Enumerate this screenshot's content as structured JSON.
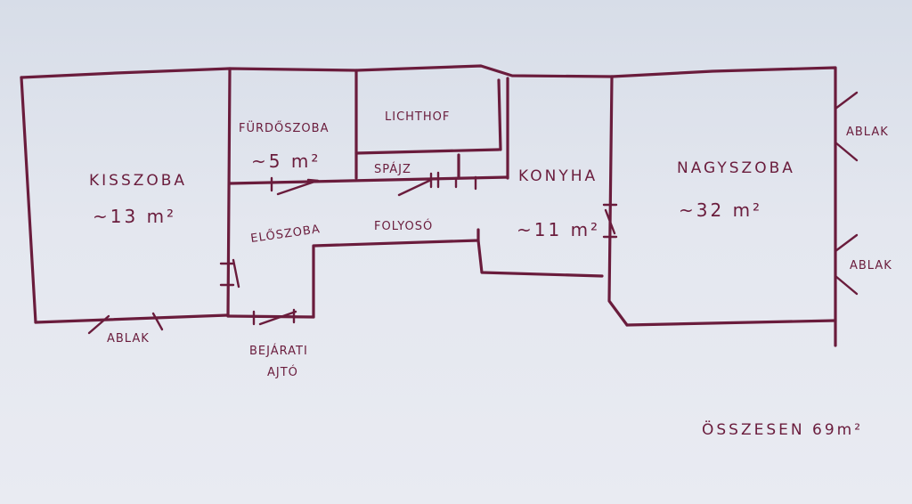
{
  "colors": {
    "ink": "#6a1c3c",
    "paper": "#e4e7ef"
  },
  "rooms": {
    "kisszoba": {
      "name": "KISSZOBA",
      "area": "~13 m²"
    },
    "furdoszoba": {
      "name": "FÜRDŐSZOBA",
      "area": "~5 m²"
    },
    "lichthof": {
      "name": "LICHTHOF"
    },
    "spajz": {
      "name": "SPÁJZ"
    },
    "konyha": {
      "name": "KONYHA",
      "area": "~11 m²"
    },
    "nagyszoba": {
      "name": "NAGYSZOBA",
      "area": "~32 m²"
    },
    "eloszoba": {
      "name": "ELŐSZOBA"
    },
    "folyoso": {
      "name": "FOLYOSÓ"
    }
  },
  "windows": {
    "bottom": "ABLAK",
    "right_top": "ABLAK",
    "right_bottom": "ABLAK"
  },
  "entrance": {
    "line1": "BEJÁRATI",
    "line2": "AJTÓ"
  },
  "total": {
    "text": "ÖSSZESEN 69m²"
  }
}
